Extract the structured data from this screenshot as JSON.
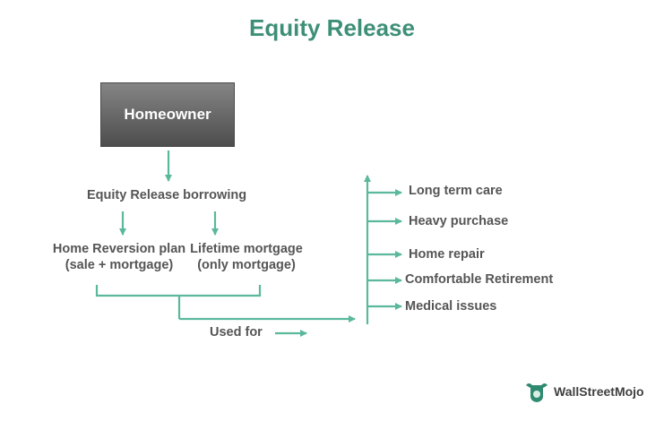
{
  "title": "Equity Release",
  "homeowner": "Homeowner",
  "borrowing": "Equity Release borrowing",
  "plans": [
    {
      "line1": "Home Reversion plan",
      "line2": "(sale + mortgage)"
    },
    {
      "line1": "Lifetime mortgage",
      "line2": "(only mortgage)"
    }
  ],
  "used_for": "Used for",
  "uses": [
    "Long term care",
    "Heavy purchase",
    "Home repair",
    "Comfortable Retirement",
    "Medical issues"
  ],
  "logo": "WallStreetMojo",
  "colors": {
    "accent": "#3e8f78",
    "arrow": "#5bb89d",
    "box": "#6a6a6a",
    "text": "#555555"
  }
}
